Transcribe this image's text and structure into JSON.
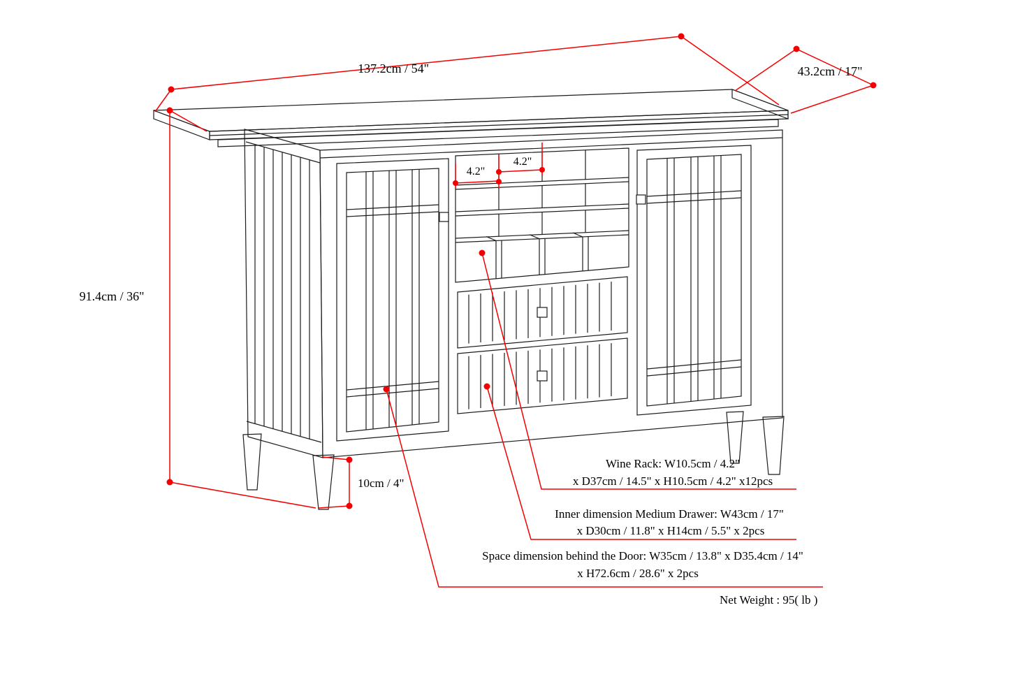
{
  "diagram": {
    "type": "furniture-dimension-drawing",
    "colors": {
      "dimension_red": "#f40000",
      "line_black": "#1c1c1c",
      "background": "#ffffff"
    },
    "dimensions": {
      "width": "137.2cm / 54\"",
      "depth": "43.2cm / 17\"",
      "height": "91.4cm / 36\"",
      "wine_cell_left": "4.2\"",
      "wine_cell_right": "4.2\"",
      "leg_height": "10cm / 4\""
    },
    "notes": {
      "wine_rack_line1": "Wine Rack: W10.5cm / 4.2\"",
      "wine_rack_line2": "x D37cm / 14.5\" x H10.5cm / 4.2\" x12pcs",
      "drawer_line1": "Inner dimension Medium Drawer: W43cm / 17\"",
      "drawer_line2": "x D30cm / 11.8\" x H14cm / 5.5\" x 2pcs",
      "door_line1": "Space dimension behind the Door:  W35cm / 13.8\" x D35.4cm / 14\"",
      "door_line2": "x H72.6cm / 28.6\" x 2pcs",
      "net_weight": "Net Weight : 95( lb )"
    }
  }
}
